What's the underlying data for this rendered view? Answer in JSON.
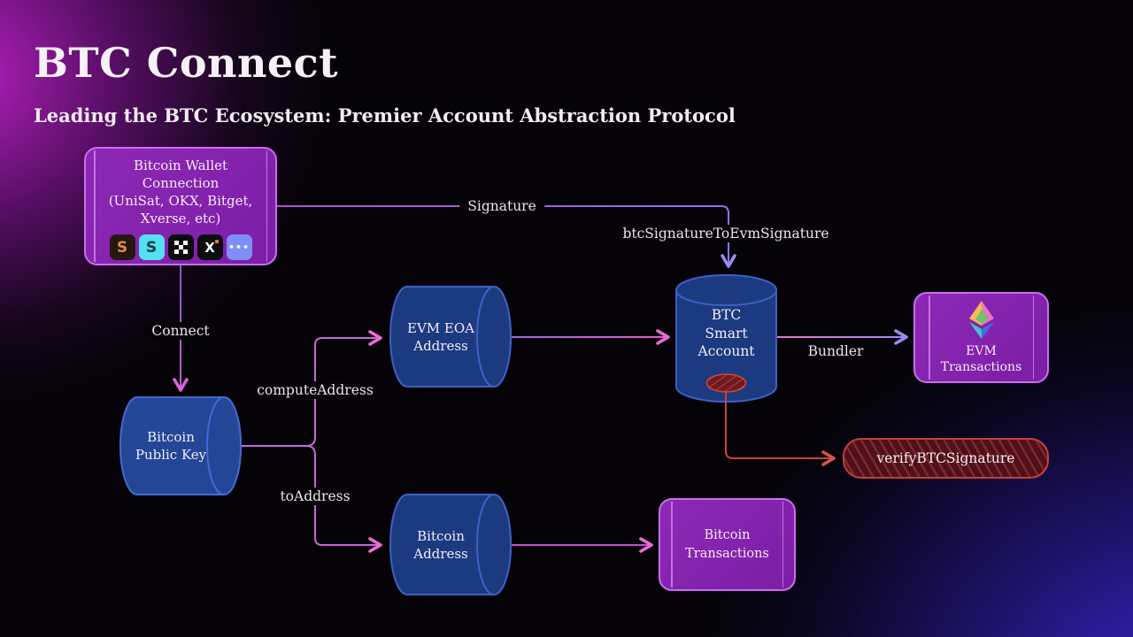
{
  "header": {
    "title": "BTC Connect",
    "subtitle": "Leading the BTC Ecosystem: Premier Account Abstraction Protocol"
  },
  "nodes": {
    "wallet": {
      "lines": [
        "Bitcoin Wallet",
        "Connection",
        "(UniSat, OKX, Bitget,",
        "Xverse, etc)"
      ]
    },
    "btc_public_key": {
      "lines": [
        "Bitcoin",
        "Public Key"
      ]
    },
    "evm_eoa": {
      "lines": [
        "EVM EOA",
        "Address"
      ]
    },
    "btc_address": {
      "lines": [
        "Bitcoin",
        "Address"
      ]
    },
    "btc_smart_account": {
      "lines": [
        "BTC",
        "Smart",
        "Account"
      ]
    },
    "evm_transactions": {
      "lines": [
        "EVM",
        "Transactions"
      ]
    },
    "bitcoin_transactions": {
      "lines": [
        "Bitcoin",
        "Transactions"
      ]
    },
    "verify_btc_signature": {
      "label": "verifyBTCSignature"
    }
  },
  "edges": {
    "signature": "Signature",
    "btc_signature_to_evm_signature": "btcSignatureToEvmSignature",
    "connect": "Connect",
    "compute_address": "computeAddress",
    "to_address": "toAddress",
    "bundler": "Bundler"
  },
  "wallet_icons": {
    "unisat_glyph": "S",
    "bitget_glyph": "S",
    "xverse_glyph": "X",
    "more_glyph": "•••"
  },
  "colors": {
    "node_blue_fill": "#1c3a80",
    "node_blue_stroke": "#3d5fc6",
    "node_purple_fill": "#7c1ea6",
    "node_purple_border": "#cb6eee",
    "danger_red": "#c4403a",
    "edge_magenta": "#b352cc",
    "edge_violet": "#8b7ae8",
    "glow_magenta": "#c322cd",
    "glow_indigo": "#3e26d4"
  }
}
